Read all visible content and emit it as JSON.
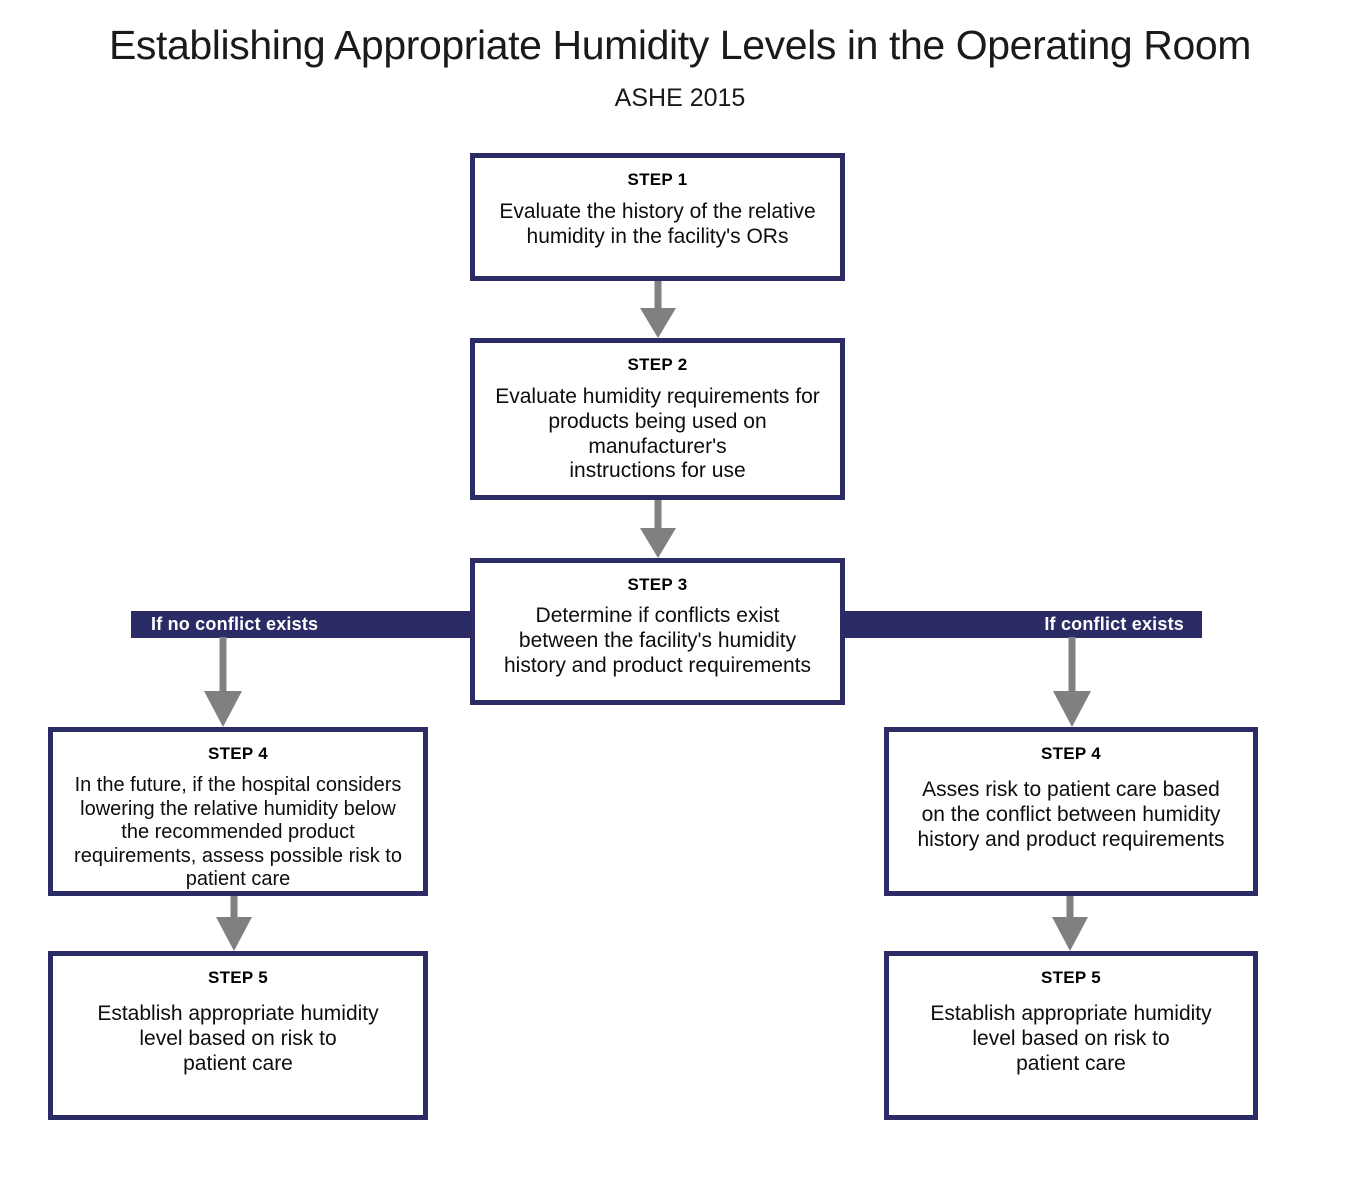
{
  "title": "Establishing Appropriate Humidity Levels in the Operating Room",
  "subtitle": "ASHE 2015",
  "colors": {
    "box_border": "#2b2b66",
    "bar_fill": "#2b2b66",
    "bar_text": "#ffffff",
    "arrow": "#808080",
    "box_fill": "#ffffff",
    "text": "#000000"
  },
  "boxes": {
    "step1": {
      "label": "STEP 1",
      "text": "Evaluate the history of the relative\nhumidity in the facility's ORs"
    },
    "step2": {
      "label": "STEP 2",
      "text": "Evaluate humidity requirements for\nproducts being used on\nmanufacturer's\ninstructions for use"
    },
    "step3": {
      "label": "STEP 3",
      "text": "Determine if conflicts exist\nbetween the facility's humidity\nhistory and product requirements"
    },
    "step4_left": {
      "label": "STEP 4",
      "text": "In the future, if the hospital considers\nlowering the relative humidity below\nthe recommended product\nrequirements, assess possible risk to\npatient care"
    },
    "step5_left": {
      "label": "STEP 5",
      "text": "Establish appropriate humidity\nlevel based on risk to\npatient care"
    },
    "step4_right": {
      "label": "STEP 4",
      "text": "Asses risk to patient care based\non the conflict between humidity\nhistory and product requirements"
    },
    "step5_right": {
      "label": "STEP 5",
      "text": "Establish appropriate humidity\nlevel based on risk to\npatient care"
    }
  },
  "branches": {
    "left_label": "If no conflict exists",
    "right_label": "If conflict exists"
  },
  "chart_data": {
    "type": "diagram",
    "diagram_type": "flowchart",
    "orientation": "top-down with two-way branch",
    "nodes": [
      {
        "id": "step1",
        "label": "STEP 1",
        "text": "Evaluate the history of the relative humidity in the facility's ORs"
      },
      {
        "id": "step2",
        "label": "STEP 2",
        "text": "Evaluate humidity requirements for products being used on manufacturer's instructions for use"
      },
      {
        "id": "step3",
        "label": "STEP 3",
        "text": "Determine if conflicts exist between the facility's humidity history and product requirements"
      },
      {
        "id": "step4_left",
        "label": "STEP 4",
        "text": "In the future, if the hospital considers lowering the relative humidity below the recommended product requirements, assess possible risk to patient care"
      },
      {
        "id": "step5_left",
        "label": "STEP 5",
        "text": "Establish appropriate humidity level based on risk to patient care"
      },
      {
        "id": "step4_right",
        "label": "STEP 4",
        "text": "Asses risk to patient care based on the conflict between humidity history and product requirements"
      },
      {
        "id": "step5_right",
        "label": "STEP 5",
        "text": "Establish appropriate humidity level based on risk to patient care"
      }
    ],
    "edges": [
      {
        "from": "step1",
        "to": "step2",
        "label": ""
      },
      {
        "from": "step2",
        "to": "step3",
        "label": ""
      },
      {
        "from": "step3",
        "to": "step4_left",
        "label": "If no conflict exists"
      },
      {
        "from": "step3",
        "to": "step4_right",
        "label": "If conflict exists"
      },
      {
        "from": "step4_left",
        "to": "step5_left",
        "label": ""
      },
      {
        "from": "step4_right",
        "to": "step5_right",
        "label": ""
      }
    ]
  }
}
